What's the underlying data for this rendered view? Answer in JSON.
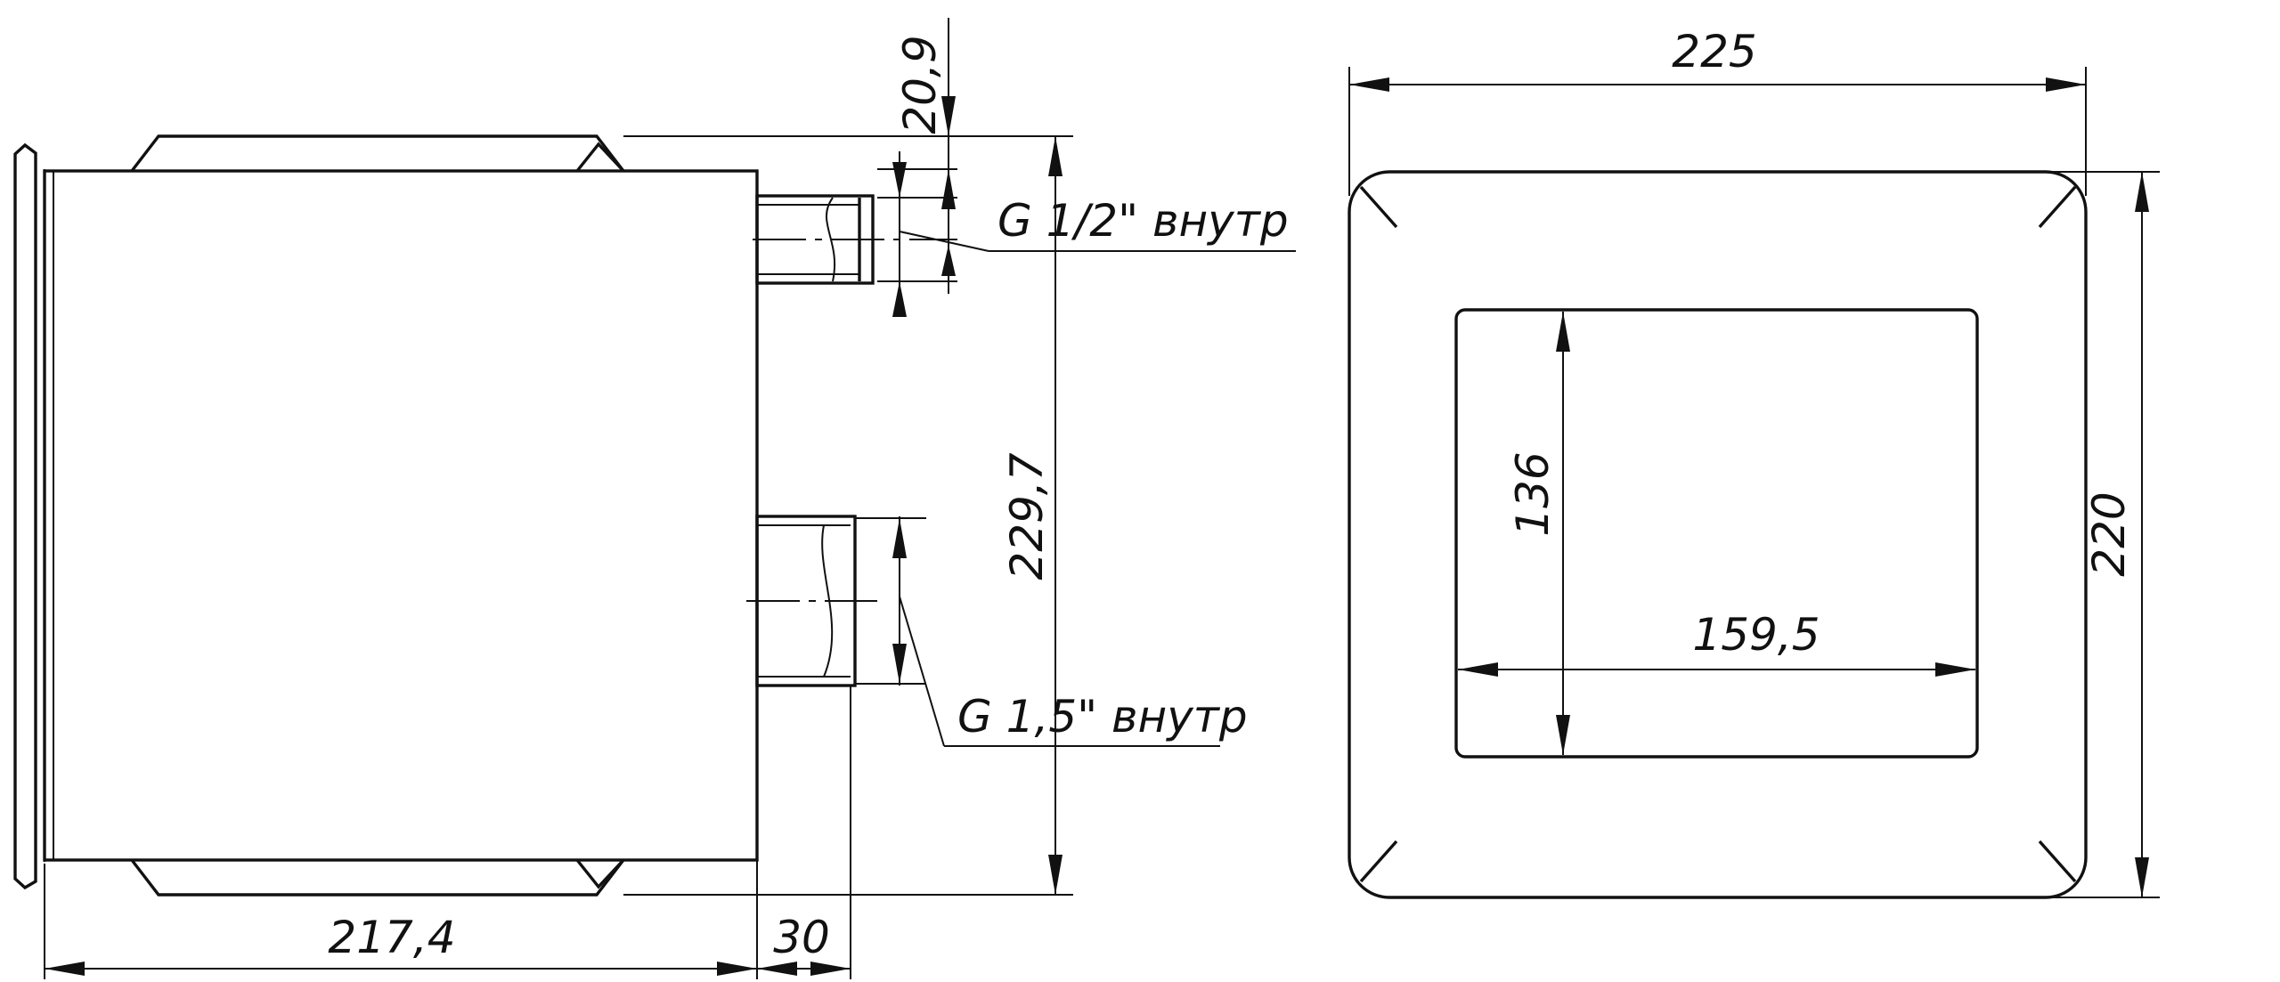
{
  "side_view": {
    "dim_overall_depth": "217,4",
    "dim_fitting_length": "30",
    "dim_overall_height": "229,7",
    "dim_top_offset": "20,9",
    "fitting_small_label": "G 1/2\" внутр",
    "fitting_large_label": "G 1,5\" внутр"
  },
  "front_view": {
    "dim_width": "225",
    "dim_height": "220",
    "dim_window_width": "159,5",
    "dim_window_height": "136"
  }
}
